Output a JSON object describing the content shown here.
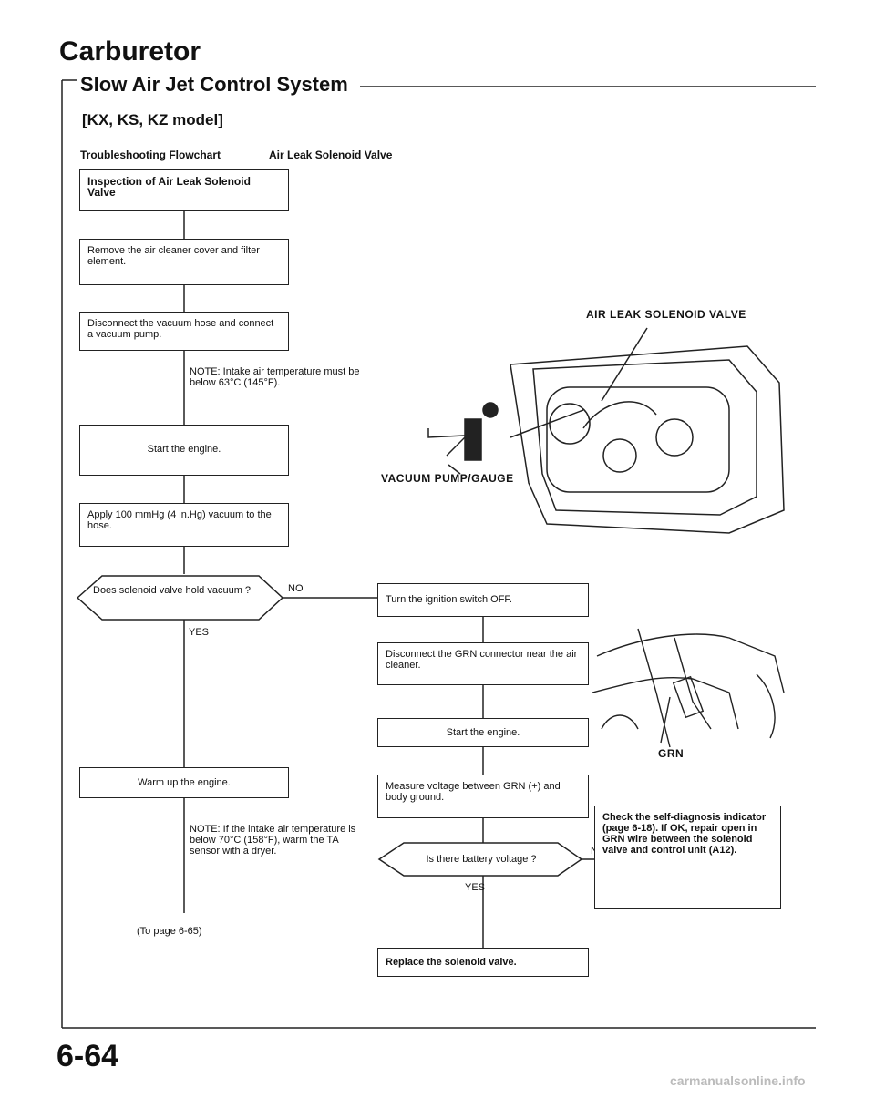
{
  "header": {
    "title": "Carburetor",
    "subtitle": "Slow Air Jet Control System",
    "model": "[KX, KS, KZ model]",
    "flowchart_label": "Troubleshooting Flowchart",
    "component_label": "Air Leak Solenoid Valve"
  },
  "flow": {
    "inspection": "Inspection of Air Leak Solenoid Valve",
    "remove_cover": "Remove the air cleaner cover and filter element.",
    "disconnect_hose": "Disconnect the vacuum hose and connect a vacuum pump.",
    "note_temp": "NOTE: Intake air temperature must be below 63°C (145°F).",
    "start_engine": "Start the engine.",
    "apply_vacuum": "Apply 100 mmHg (4 in.Hg) vacuum to the hose.",
    "question_hold": "Does solenoid valve hold vacuum ?",
    "no1": "NO",
    "yes1": "YES",
    "turn_off": "Turn the ignition switch OFF.",
    "disconnect_grn": "Disconnect the GRN connector near the air cleaner.",
    "start_engine2": "Start the engine.",
    "warm_up": "Warm up the engine.",
    "measure_voltage": "Measure voltage between GRN (+) and body ground.",
    "note_ta": "NOTE: If the intake air temperature is below 70°C (158°F), warm the TA sensor with a dryer.",
    "question_battery": "Is there battery voltage ?",
    "no2": "NO",
    "yes2": "YES",
    "check_self_diag": "Check the self-diagnosis indicator (page 6-18). If OK, repair open in GRN wire between the solenoid valve and control unit (A12).",
    "to_page": "(To page 6-65)",
    "replace": "Replace the solenoid valve."
  },
  "illustration": {
    "label_valve": "AIR LEAK SOLENOID VALVE",
    "label_pump": "VACUUM PUMP/GAUGE",
    "label_grn": "GRN"
  },
  "page_number": "6-64",
  "footer": "carmanualsonline.info"
}
